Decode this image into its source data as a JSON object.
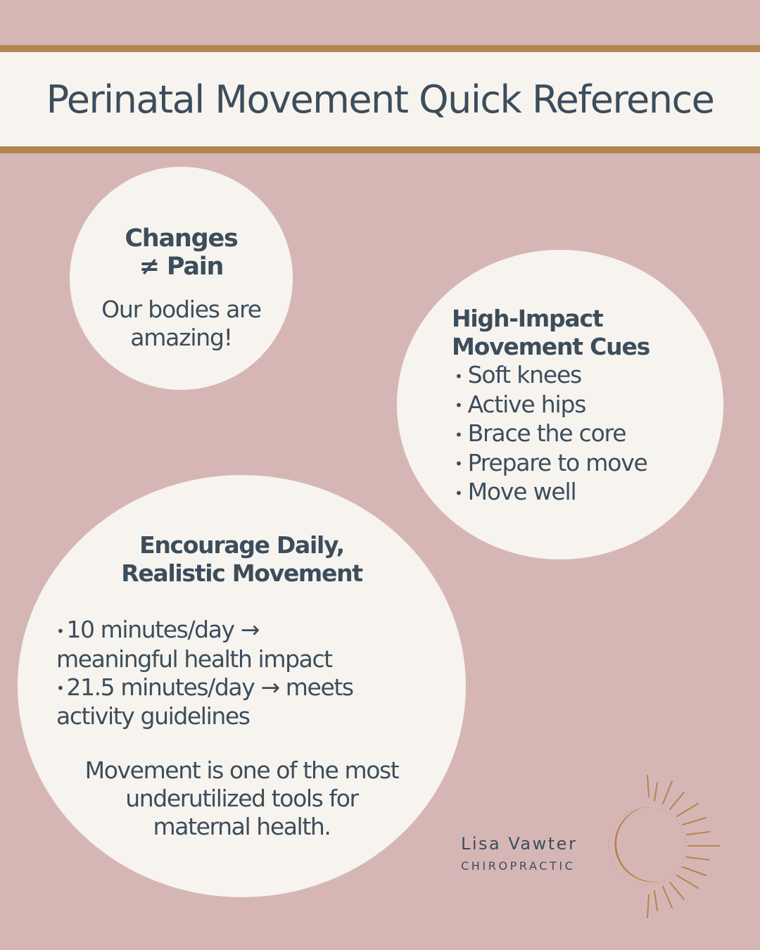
{
  "header": {
    "title": "Perinatal Movement Quick Reference"
  },
  "circle_changes": {
    "title_line1": "Changes",
    "title_line2": "≠ Pain",
    "body_line1": "Our bodies are",
    "body_line2": "amazing!"
  },
  "circle_cues": {
    "title_line1": "High-Impact",
    "title_line2": "Movement Cues",
    "items": [
      "Soft knees",
      "Active hips",
      "Brace the core",
      "Prepare  to move",
      "Move well"
    ]
  },
  "circle_daily": {
    "title_line1": "Encourage Daily,",
    "title_line2": "Realistic Movement",
    "fact1_line1": "10 minutes/day →",
    "fact1_line2": "meaningful health impact",
    "fact2_line1": "21.5 minutes/day → meets",
    "fact2_line2": "activity guidelines",
    "closing_line1": "Movement is one of the most",
    "closing_line2": "underutilized tools for",
    "closing_line3": "maternal health."
  },
  "brand": {
    "name": "Lisa Vawter",
    "subtitle": "CHIROPRACTIC",
    "logo_icon": "moon-sun-icon"
  },
  "colors": {
    "background": "#d6b6b5",
    "panel": "#f7f4ef",
    "accent": "#b3854f",
    "text": "#3c4d5c"
  }
}
